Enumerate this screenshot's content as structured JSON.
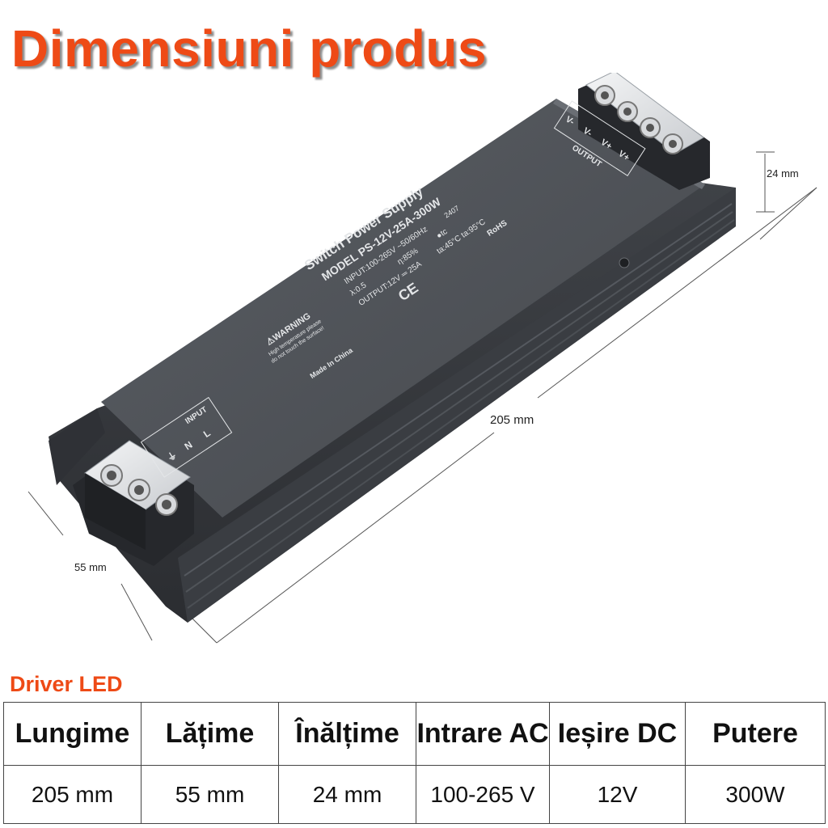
{
  "heading": {
    "title": "Dimensiuni produs"
  },
  "colors": {
    "accent": "#ee4a16",
    "device": "#4a4d52",
    "device_dark": "#2e3035",
    "label": "#e4e6e8"
  },
  "product": {
    "brand_line": "Switch Power Supply",
    "model": "MODEL PS-12V-25A-300W",
    "input_spec": "INPUT:100-265V ~50/60Hz",
    "efficiency": "η:85%",
    "tc_mark": "●tc",
    "batch": "2407",
    "pf": "λ:0.5",
    "output_spec": "OUTPUT:12V ═ 25A",
    "temps": "ta:45°C ta:95°C",
    "warning": "⚠WARNING",
    "warning_text_1": "High temperature please",
    "warning_text_2": "do not touch the surface!",
    "ce": "CE",
    "rohs": "RoHS",
    "made_in": "Made In China",
    "input_label": "INPUT",
    "input_terminals": [
      "⏚",
      "N",
      "L"
    ],
    "output_label": "OUTPUT",
    "output_terminals": [
      "V-",
      "V-",
      "V+",
      "V+"
    ]
  },
  "dimensions": {
    "length": "205 mm",
    "width": "55 mm",
    "height": "24 mm"
  },
  "section": {
    "subtitle": "Driver LED"
  },
  "table": {
    "headers": [
      "Lungime",
      "Lățime",
      "Înălțime",
      "Intrare AC",
      "Ieșire DC",
      "Putere"
    ],
    "values": [
      "205 mm",
      "55 mm",
      "24 mm",
      "100-265 V",
      "12V",
      "300W"
    ]
  }
}
